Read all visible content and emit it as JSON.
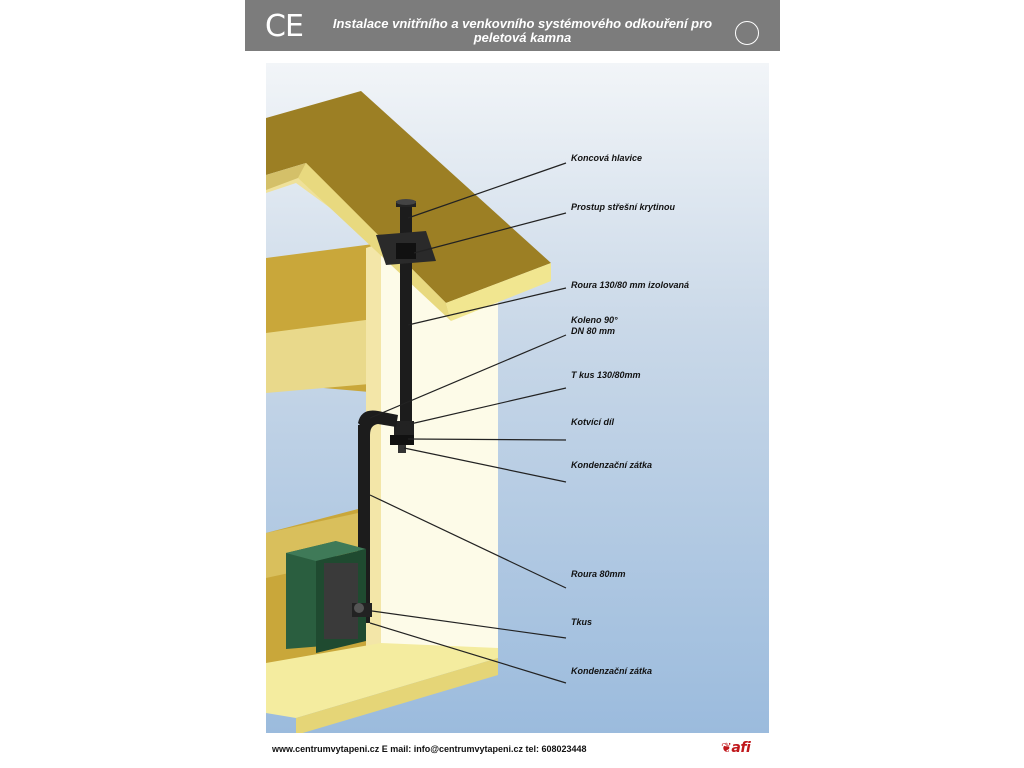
{
  "header": {
    "ce_mark": "CE",
    "title": "Instalace vnitřního a venkovního systémového odkouření pro peletová kamna"
  },
  "callouts": [
    {
      "id": "koncova-hlavice",
      "text": "Koncová hlavice"
    },
    {
      "id": "prostup-stresni-krytinou",
      "text": "Prostup střešní krytinou"
    },
    {
      "id": "roura-izolovana",
      "text": "Roura 130/80 mm izolovaná"
    },
    {
      "id": "koleno",
      "text": "Koleno 90°\nDN 80 mm"
    },
    {
      "id": "t-kus",
      "text": "T kus  130/80mm"
    },
    {
      "id": "kotvici-dil",
      "text": "Kotvící díl"
    },
    {
      "id": "kondenzacni-zatka-1",
      "text": "Kondenzační zátka"
    },
    {
      "id": "roura-80",
      "text": "Roura 80mm"
    },
    {
      "id": "tkus",
      "text": "Tkus"
    },
    {
      "id": "kondenzacni-zatka-2",
      "text": "Kondenzační zátka"
    }
  ],
  "footer": {
    "contact": "www.centrumvytapeni.cz   E mail: info@centrumvytapeni.cz  tel: 608023448",
    "logo": "afi"
  },
  "colors": {
    "header_bg": "#7c7c7c",
    "roof_top": "#9c7f24",
    "roof_edge": "#f1e690",
    "wall": "#fdfbe8",
    "wall_shadow": "#c9a73a",
    "pipe": "#1c1c1c",
    "stove": "#2a5e3f",
    "logo_red": "#c0171b"
  }
}
